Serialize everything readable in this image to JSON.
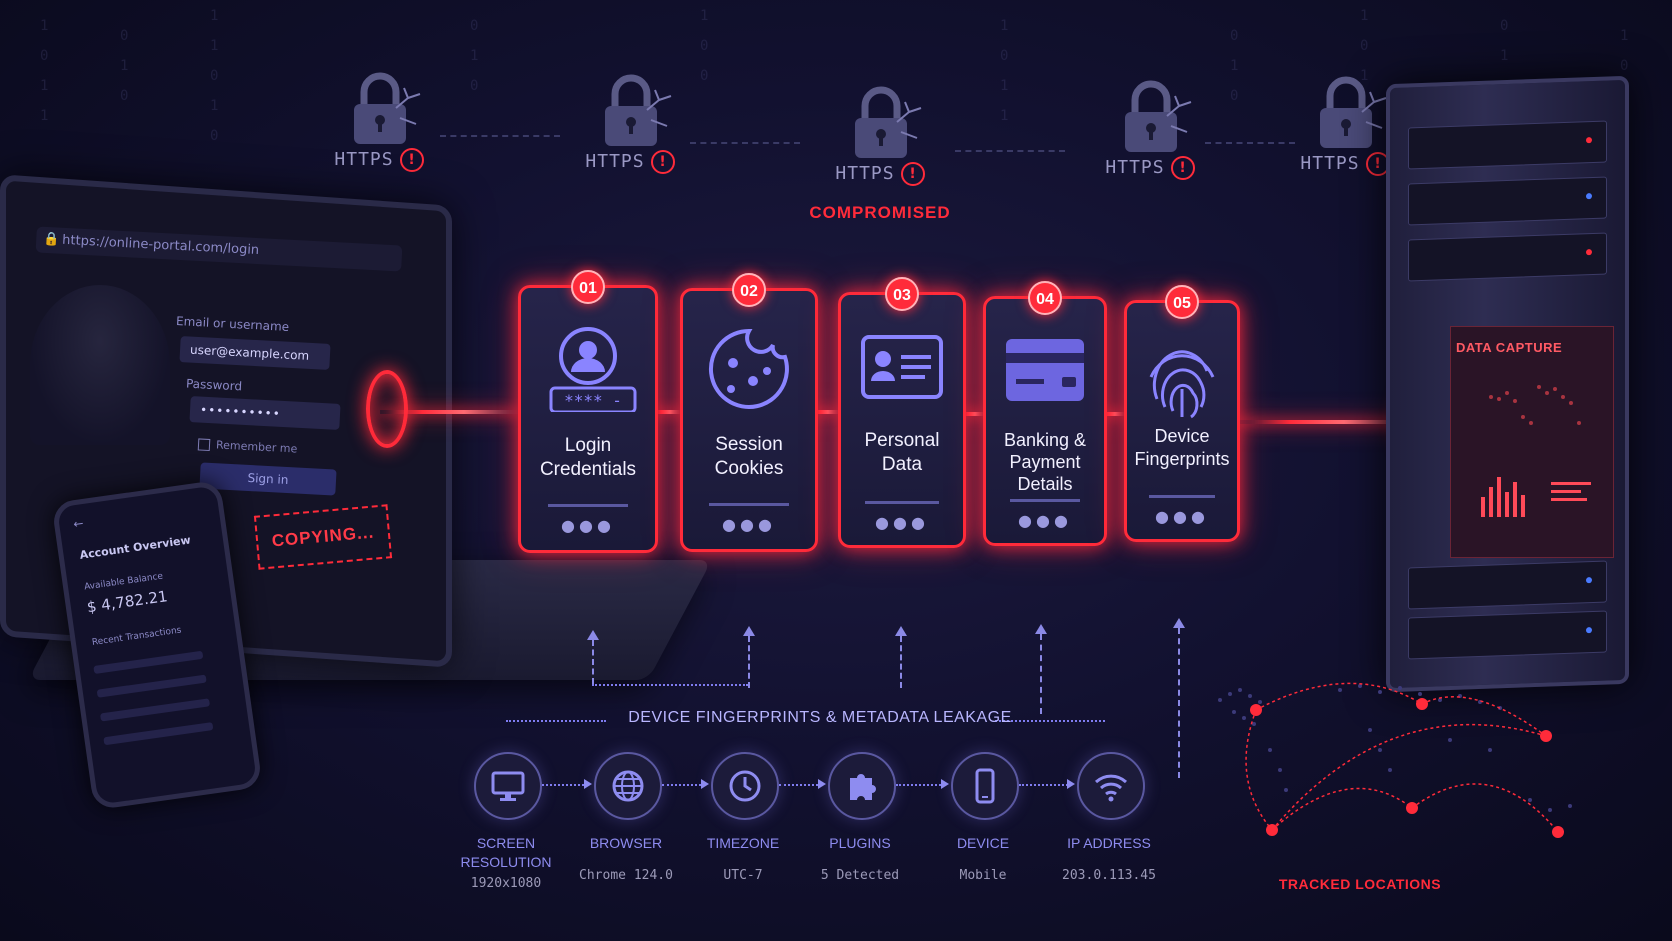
{
  "https_locks": [
    {
      "label": "HTTPS"
    },
    {
      "label": "HTTPS"
    },
    {
      "label": "HTTPS"
    },
    {
      "label": "HTTPS"
    },
    {
      "label": "HTTPS"
    }
  ],
  "compromised_label": "COMPROMISED",
  "laptop": {
    "url": "https://online-portal.com/login",
    "email_label": "Email or username",
    "email_value": "user@example.com",
    "password_label": "Password",
    "password_value": "••••••••••",
    "remember_label": "Remember me",
    "signin_label": "Sign in",
    "copying_label": "COPYING..."
  },
  "phone": {
    "title": "Account Overview",
    "balance_label": "Available Balance",
    "balance_value": "$ 4,782.21",
    "transactions_label": "Recent Transactions"
  },
  "cards": [
    {
      "num": "01",
      "title": "Login Credentials",
      "icon": "user-credentials-icon",
      "pin": "**** -"
    },
    {
      "num": "02",
      "title": "Session Cookies",
      "icon": "cookie-icon"
    },
    {
      "num": "03",
      "title": "Personal Data",
      "icon": "id-card-icon"
    },
    {
      "num": "04",
      "title": "Banking & Payment Details",
      "icon": "credit-card-icon"
    },
    {
      "num": "05",
      "title": "Device Fingerprints",
      "icon": "fingerprint-icon"
    }
  ],
  "server": {
    "capture_label": "DATA CAPTURE"
  },
  "fingerprint_flow": {
    "title": "DEVICE FINGERPRINTS & METADATA LEAKAGE",
    "nodes": [
      {
        "label": "SCREEN RESOLUTION",
        "value": "1920x1080",
        "icon": "monitor-icon"
      },
      {
        "label": "BROWSER",
        "value": "Chrome 124.0",
        "icon": "globe-icon"
      },
      {
        "label": "TIMEZONE",
        "value": "UTC-7",
        "icon": "clock-icon"
      },
      {
        "label": "PLUGINS",
        "value": "5 Detected",
        "icon": "puzzle-icon"
      },
      {
        "label": "DEVICE",
        "value": "Mobile",
        "icon": "phone-icon"
      },
      {
        "label": "IP ADDRESS",
        "value": "203.0.113.45",
        "icon": "wifi-icon"
      }
    ]
  },
  "tracked_locations_label": "TRACKED LOCATIONS",
  "colors": {
    "alert": "#ff2b3a",
    "accent": "#8e8cf0",
    "background": "#121130"
  }
}
